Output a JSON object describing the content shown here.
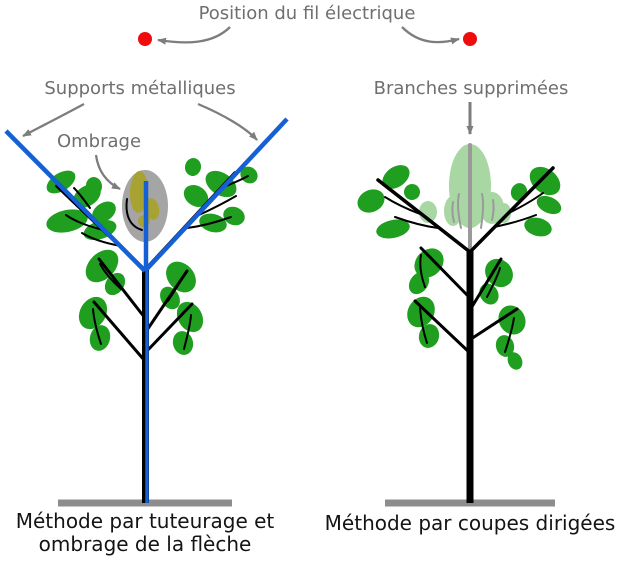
{
  "title": "Position du fil électrique",
  "labels": {
    "supports": "Supports métalliques",
    "ombrage": "Ombrage",
    "branches_supprimees": "Branches supprimées"
  },
  "captions": {
    "left_line1": "Méthode par tuteurage et",
    "left_line2": "ombrage de la flèche",
    "right": "Méthode par coupes dirigées"
  },
  "colors": {
    "label_gray": "#6f6f6f",
    "caption_dark": "#141414",
    "arrow_gray": "#7d7d7d",
    "wire_red": "#ee0c0c",
    "support_blue": "#1560d4",
    "foliage_green": "#1f9e1f",
    "removed_green": "#a8d7a3",
    "removed_gray": "#9a9a9a",
    "shade_gray": "#a5a5a5",
    "shaded_olive": "#a8a232",
    "ground_gray": "#8d8d8d",
    "branch_black": "#000000"
  }
}
